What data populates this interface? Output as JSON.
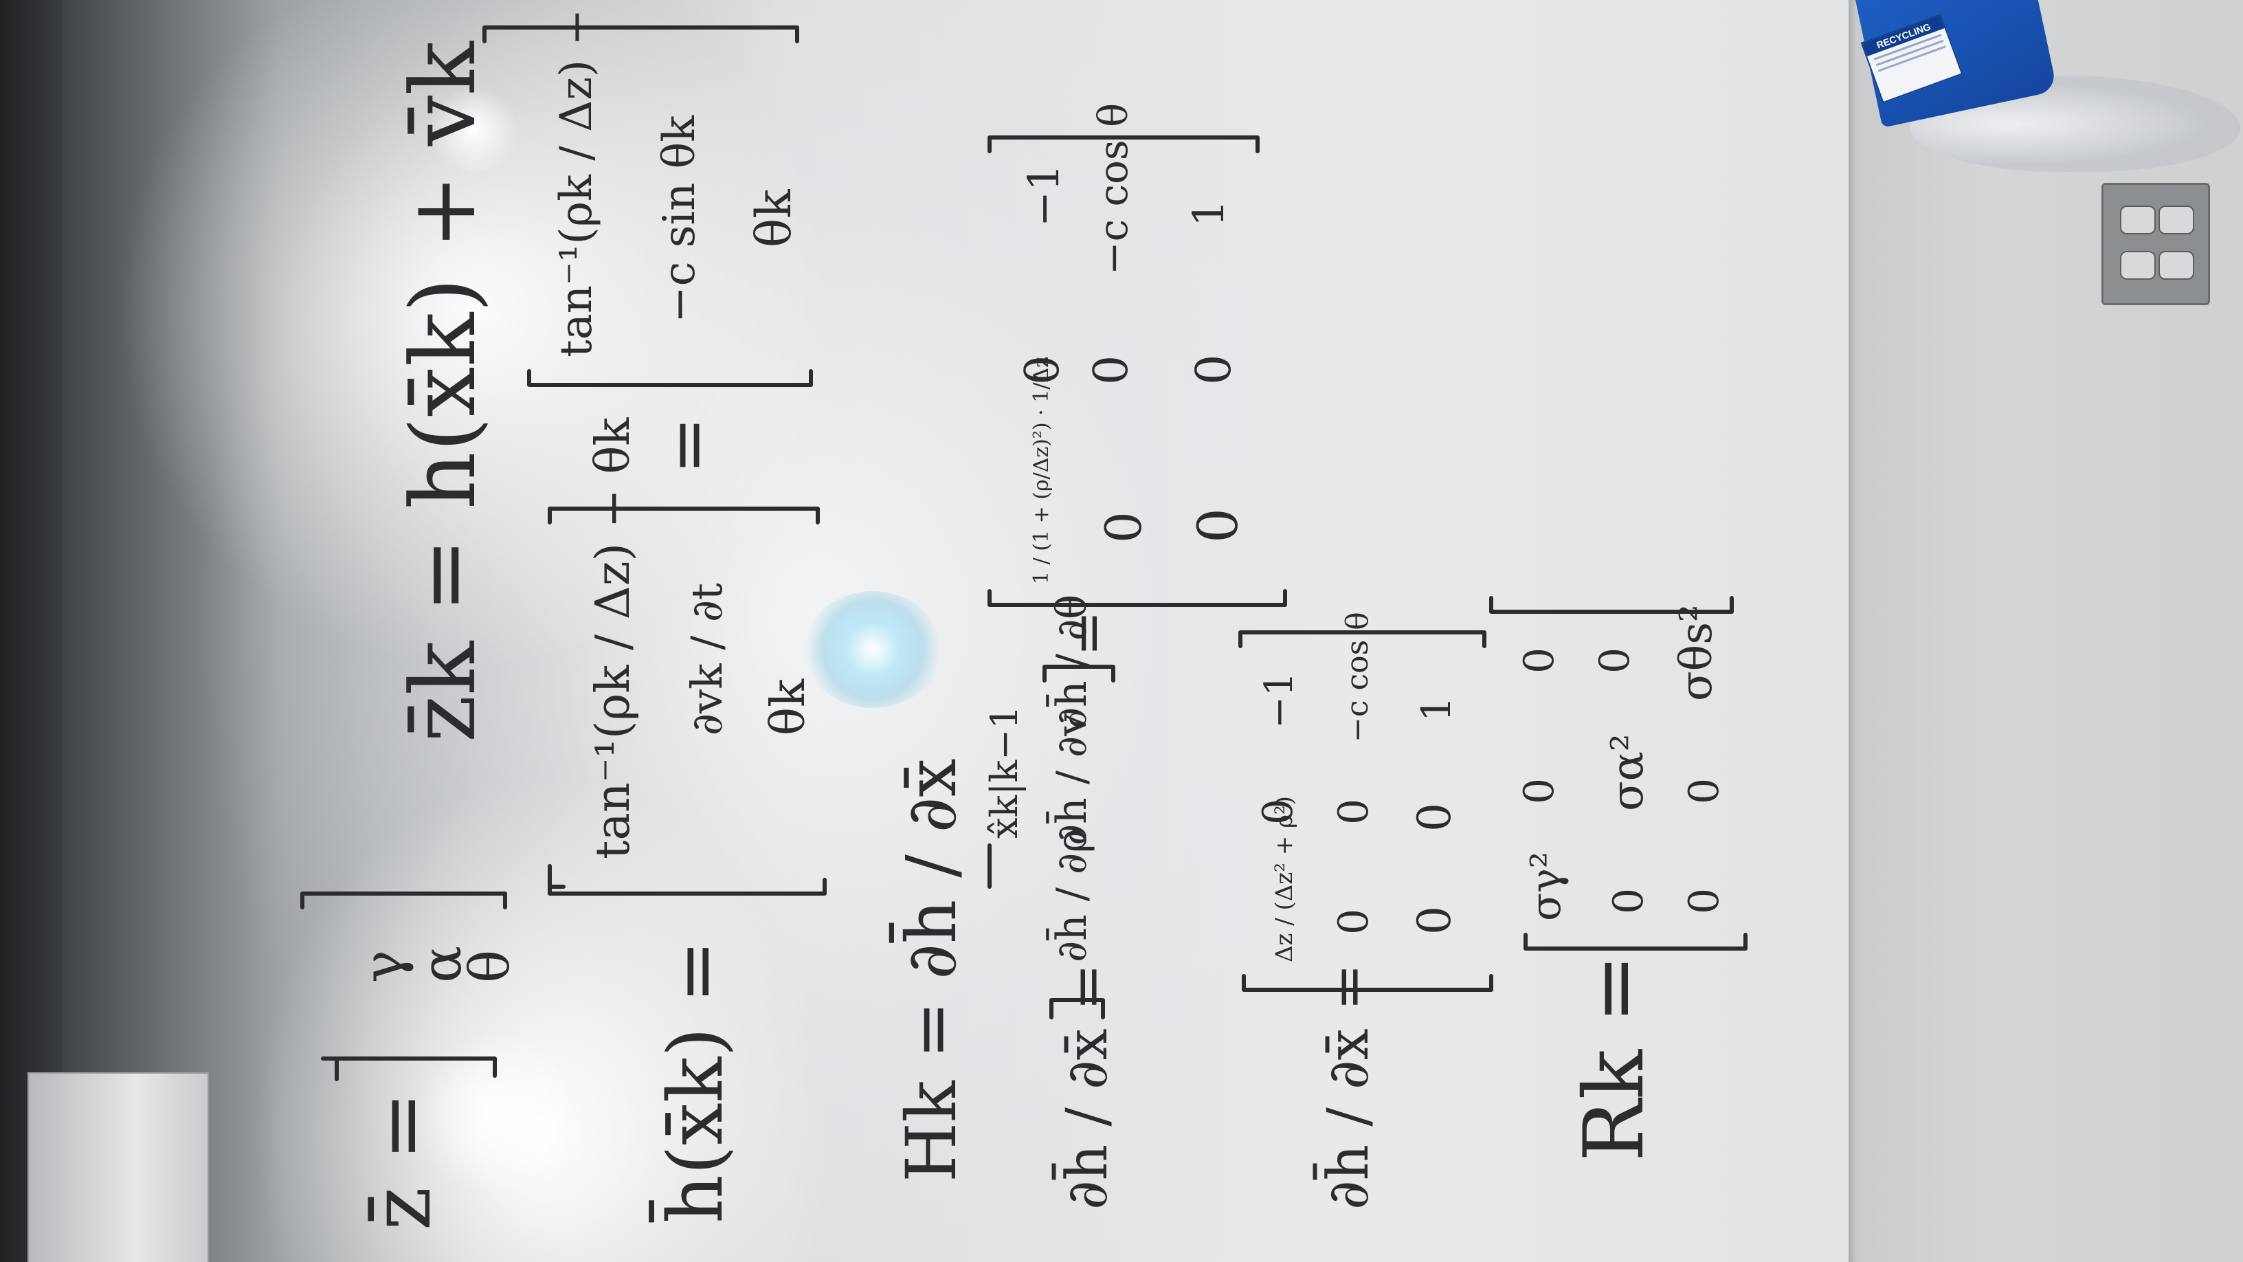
{
  "recycling_bin": {
    "label": "RECYCLING"
  },
  "whiteboard": {
    "equations": [
      {
        "lhs": "z̄ =",
        "entries": [
          "γ",
          "α",
          "θ"
        ]
      },
      {
        "lhs": "z̄k = h(x̄k) + v̄k"
      },
      {
        "lhs": "h̄(x̄k) =",
        "entries": [
          "tan⁻¹(ρk / Δz) − θk",
          "∂vk / ∂t",
          "θk"
        ]
      },
      {
        "text": "="
      },
      {
        "entries": [
          "tan⁻¹(ρk / Δz) − θk",
          "−c sin θk",
          "θk"
        ]
      },
      {
        "lhs": "Hk = ∂h̄ / ∂x̄",
        "subscript": "x̂k|k−1"
      },
      {
        "lhs": "∂h̄ / ∂x̄ =",
        "entries": [
          "∂h̄ / ∂ρ",
          "∂h̄ / ∂v",
          "∂h̄ / ∂θ"
        ]
      },
      {
        "text": "="
      },
      {
        "rows": [
          [
            "1 / (1 + (ρ/Δz)²) · 1/Δz",
            "0",
            "−1"
          ],
          [
            "0",
            "0",
            "−c cos θ"
          ],
          [
            "0",
            "0",
            "1"
          ]
        ]
      },
      {
        "lhs": "∂h̄ / ∂x̄ =",
        "rows": [
          [
            "Δz / (Δz² + ρ²)",
            "0",
            "−1"
          ],
          [
            "0",
            "0",
            "−c cos θ"
          ],
          [
            "0",
            "0",
            "1"
          ]
        ]
      },
      {
        "lhs": "Rk =",
        "rows": [
          [
            "σγ²",
            "0",
            "0"
          ],
          [
            "0",
            "σα²",
            "0"
          ],
          [
            "0",
            "0",
            "σθs²"
          ]
        ]
      }
    ]
  }
}
